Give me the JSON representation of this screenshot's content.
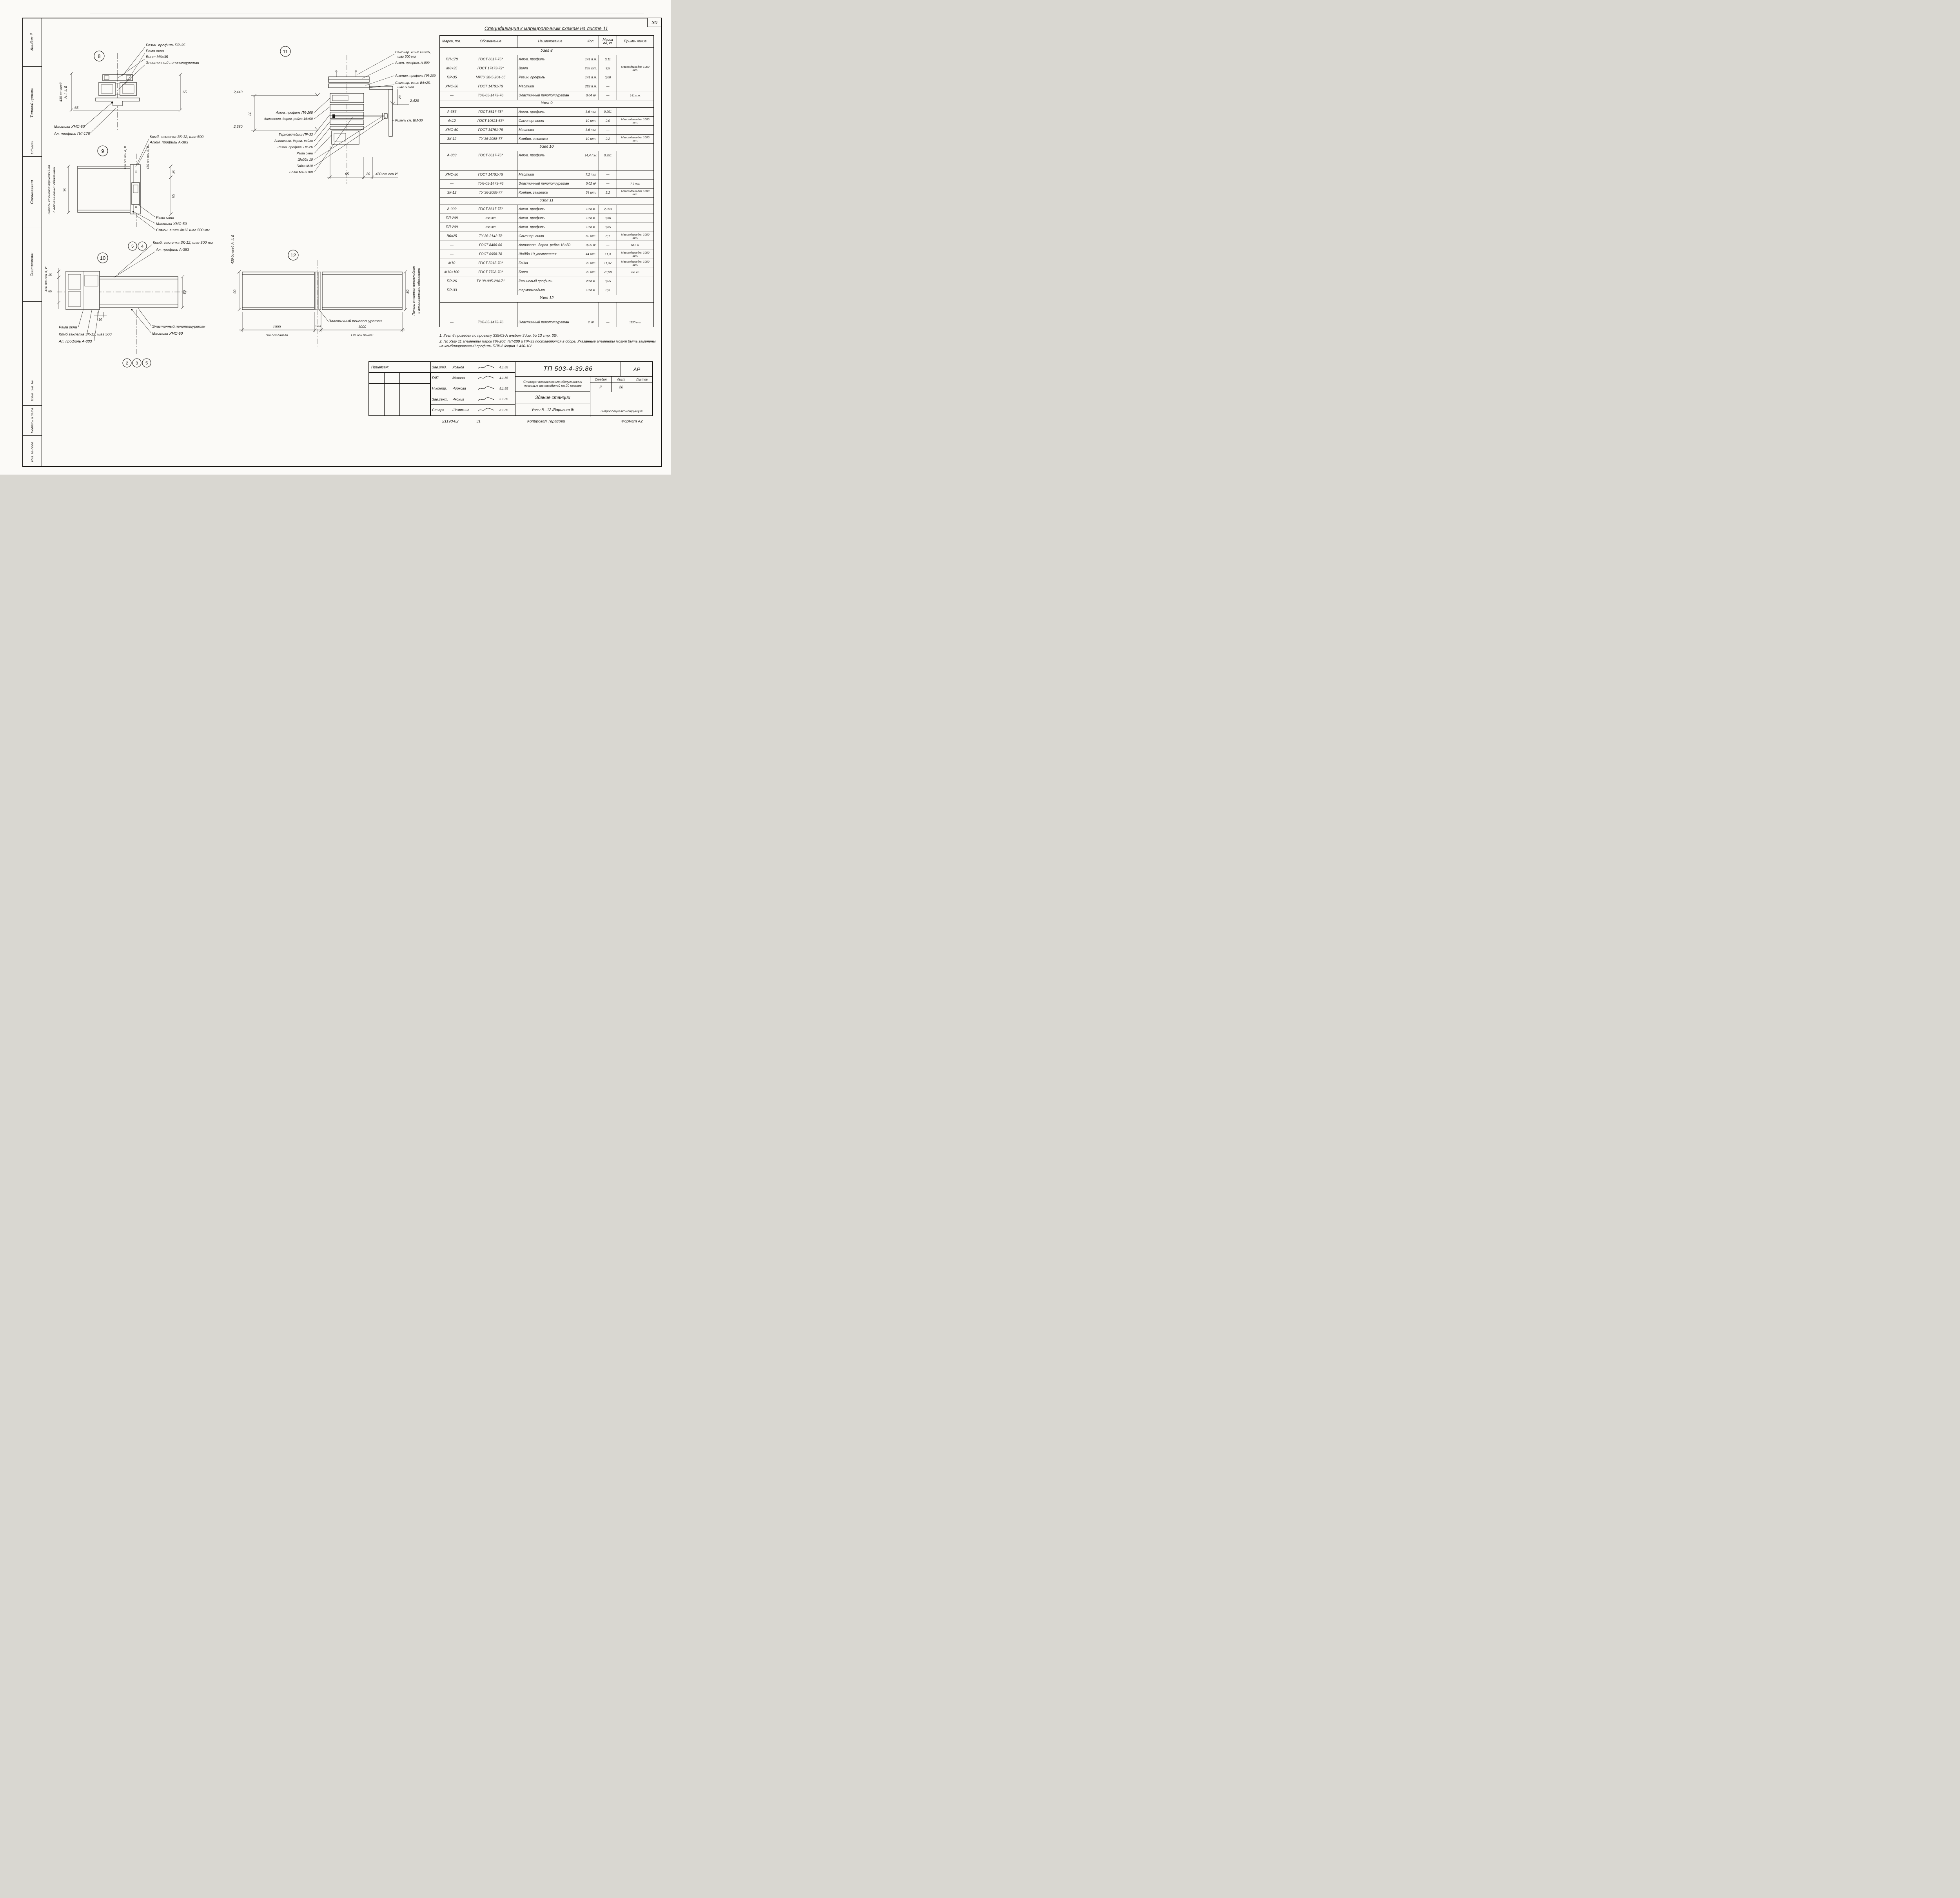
{
  "sheet": {
    "number": "30",
    "copied_by": "Копировал Тарасова",
    "format": "Формат А2",
    "doc_no": "21198-02",
    "doc_no2": "31"
  },
  "margin": {
    "album": "Альбом II",
    "project": "Типовой проект",
    "object": "Объект",
    "agreed1": "Согласовано",
    "agreed2": "Согласовано",
    "vzam": "Взам. инв. №",
    "podpis": "Подпись и дата",
    "inv": "Инв. № подл."
  },
  "spec": {
    "title": "Спецификация к маркировочным схемам на листе 11",
    "headers": {
      "mark": "Марка, поз.",
      "designation": "Обозначение",
      "name": "Наименование",
      "qty": "Кол.",
      "mass": "Масса ед, кг",
      "note": "Приме- чание"
    },
    "rows": [
      {
        "type": "section",
        "title": "Узел 8"
      },
      {
        "type": "row",
        "mark": "ПЛ-178",
        "designation": "ГОСТ 8617-75*",
        "name": "Алюм. профиль",
        "qty": "141 п.м.",
        "mass": "0,11",
        "note": ""
      },
      {
        "type": "row",
        "mark": "М6×35",
        "designation": "ГОСТ 17473-72*",
        "name": "Винт",
        "qty": "235 шт.",
        "mass": "9,5",
        "note": "Масса дана для 1000 шт."
      },
      {
        "type": "row",
        "mark": "ПР-35",
        "designation": "МРТУ 38-5-204-65",
        "name": "Резин. профиль",
        "qty": "141 п.м.",
        "mass": "0,08",
        "note": ""
      },
      {
        "type": "row",
        "mark": "УМС-50",
        "designation": "ГОСТ 14791-79",
        "name": "Мастика",
        "qty": "282 п.м.",
        "mass": "—",
        "note": ""
      },
      {
        "type": "row",
        "mark": "—",
        "designation": "ТУ6-05-1473-76",
        "name": "Эластичный пенополиуретан",
        "qty": "0,04 м³",
        "mass": "—",
        "note": "141 п.м."
      },
      {
        "type": "section",
        "title": "Узел 9"
      },
      {
        "type": "row",
        "mark": "А-383",
        "designation": "ГОСТ 8617-75*",
        "name": "Алюм. профиль",
        "qty": "3,6 п.м.",
        "mass": "0,251",
        "note": ""
      },
      {
        "type": "row",
        "mark": "4×12",
        "designation": "ГОСТ 10621-63*",
        "name": "Самонар. винт",
        "qty": "10 шт.",
        "mass": "2,0",
        "note": "Масса дана для 1000 шт."
      },
      {
        "type": "row",
        "mark": "УМС-50",
        "designation": "ГОСТ 14791-79",
        "name": "Мастика",
        "qty": "3,6 п.м.",
        "mass": "—",
        "note": ""
      },
      {
        "type": "row",
        "mark": "ЗК-12",
        "designation": "ТУ 36-2088-77",
        "name": "Комбин. заклепка",
        "qty": "10 шт.",
        "mass": "2,2",
        "note": "Масса дана для 1000 шт."
      },
      {
        "type": "section",
        "title": "Узел 10"
      },
      {
        "type": "row",
        "mark": "А-383",
        "designation": "ГОСТ 8617-75*",
        "name": "Алюм. профиль",
        "qty": "14,4 п.м.",
        "mass": "0,251",
        "note": ""
      },
      {
        "type": "empty",
        "h": 26
      },
      {
        "type": "row",
        "mark": "УМС-50",
        "designation": "ГОСТ 14791-79",
        "name": "Мастика",
        "qty": "7,2 п.м.",
        "mass": "—",
        "note": ""
      },
      {
        "type": "row",
        "mark": "—",
        "designation": "ТУ6-05-1473-76",
        "name": "Эластичный пенополиуретан",
        "qty": "0,02 м³",
        "mass": "—",
        "note": "7,2 п.м."
      },
      {
        "type": "row",
        "mark": "ЗК-12",
        "designation": "ТУ 36-2088-77",
        "name": "Комбин. заклепка",
        "qty": "34 шт.",
        "mass": "2,2",
        "note": "Масса дана для 1000 шт."
      },
      {
        "type": "section",
        "title": "Узел 11"
      },
      {
        "type": "row",
        "mark": "А-009",
        "designation": "ГОСТ 8617-75*",
        "name": "Алюм. профиль",
        "qty": "10 п.м.",
        "mass": "2,253",
        "note": ""
      },
      {
        "type": "row",
        "mark": "ПЛ-208",
        "designation": "то же",
        "name": "Алюм. профиль",
        "qty": "10 п.м.",
        "mass": "0,66",
        "note": ""
      },
      {
        "type": "row",
        "mark": "ПЛ-209",
        "designation": "то же",
        "name": "Алюм. профиль",
        "qty": "10 п.м.",
        "mass": "0,85",
        "note": ""
      },
      {
        "type": "row",
        "mark": "В6×25",
        "designation": "ТУ 36-2142-78",
        "name": "Самонар. винт",
        "qty": "60 шт.",
        "mass": "8,1",
        "note": "Масса дана для 1000 шт."
      },
      {
        "type": "row",
        "mark": "—",
        "designation": "ГОСТ 8486-66",
        "name": "Антисепт. дерев. рейка 16×50",
        "qty": "0,05 м³",
        "mass": "—",
        "note": "20 п.м."
      },
      {
        "type": "row",
        "mark": "—",
        "designation": "ГОСТ 6958-78",
        "name": "Шайба 10 увеличенная",
        "qty": "44 шт.",
        "mass": "11,3",
        "note": "Масса дана для 1000 шт."
      },
      {
        "type": "row",
        "mark": "М10",
        "designation": "ГОСТ 5915-70*",
        "name": "Гайка",
        "qty": "22 шт.",
        "mass": "11,37",
        "note": "Масса дана для 1000 шт."
      },
      {
        "type": "row",
        "mark": "М10×100",
        "designation": "ГОСТ 7798-70*",
        "name": "Болт",
        "qty": "22 шт.",
        "mass": "73,98",
        "note": "то же"
      },
      {
        "type": "row",
        "mark": "ПР-26",
        "designation": "ТУ 38-005-204-71",
        "name": "Резиновый профиль",
        "qty": "20 п.м.",
        "mass": "0,05",
        "note": ""
      },
      {
        "type": "row",
        "mark": "ПР-33",
        "designation": "",
        "name": "термовкладыш",
        "qty": "10 п.м.",
        "mass": "0,3",
        "note": ""
      },
      {
        "type": "section",
        "title": "Узел 12"
      },
      {
        "type": "empty",
        "h": 40
      },
      {
        "type": "row",
        "mark": "—",
        "designation": "ТУ6-05-1473-76",
        "name": "Эластичный пенополиуретан",
        "qty": "2 м³",
        "mass": "—",
        "note": "1130 п.м."
      }
    ]
  },
  "notes": {
    "line1": "1. Узел 8 приведен по проекту 335/03-А альбом 3 /см. Уз 13 стр. 36/.",
    "line2": "2. По Узлу 11 элементы марок ПЛ-208, ПЛ-209 и ПР-33 поставляются в сборе. Указанные элементы могут быть заменены на комбинированный профиль ПЛК-2 /серия 1.436-10/."
  },
  "stamp": {
    "linked_label": "Привязан:",
    "doc_number": "ТП 503-4-39.86",
    "section": "АР",
    "project_title": "Станция технического обслуживания легковых автомобилей на 20 постов",
    "building": "Здание станции",
    "sheet_title": "Узлы 8...12 /Вариант II/",
    "organization": "Гипроспецгазконструкция",
    "stage_label": "Стадия",
    "stage": "Р",
    "sheet_label": "Лист",
    "sheet": "28",
    "sheets_label": "Листов",
    "sheets": "",
    "signers": [
      {
        "role": "Зав.отд.",
        "name": "Усанов",
        "date": "4.1.85"
      },
      {
        "role": "ГАП",
        "name": "Мокина",
        "date": "4.1.85"
      },
      {
        "role": "Н.контр.",
        "name": "Чиркова",
        "date": "5.1.85"
      },
      {
        "role": "Зав.сект.",
        "name": "Чкония",
        "date": "5.1.85"
      },
      {
        "role": "Ст.арх.",
        "name": "Шемякина",
        "date": "3.1.85"
      }
    ]
  },
  "nodes": {
    "panel": [
      "Панель стеновая трехслойная",
      "с алюминиевыми обшивками"
    ],
    "n8": {
      "num": "8",
      "callouts": [
        "Резин. профиль ПР-35",
        "Рама окна",
        "Винт М6×35",
        "Эластичный пенополиуретан",
        "Мастика УМС-50",
        "Ал. профиль ПЛ-178"
      ],
      "dims": {
        "axis1": "430 от осей",
        "axis2": "А, I, II, Б",
        "d65l": "65",
        "d65r": "65"
      }
    },
    "n9": {
      "num": "9",
      "callouts": [
        "Комб. заклепка ЗК-12, шаг 500",
        "Алюм. профиль А-383",
        "Рама окна",
        "Мастика УМС-50",
        "Самон. винт 4×12 шаг 500 мм"
      ],
      "dims": {
        "axis": "430 от оси А, И",
        "d90": "90",
        "d20": "20",
        "d65": "65"
      }
    },
    "n10": {
      "num": "10",
      "callouts_top": [
        "Комб. заклепка ЗК-12, шаг 500 мм",
        "Ал. профиль А-383"
      ],
      "callouts_bl": [
        "Рама окна",
        "Комб заклепка ЗК-12, шаг 500",
        "Ал. профиль А-383"
      ],
      "callouts_br": [
        "Эластичный пенополиуретан",
        "Мастика УМС-50"
      ],
      "dims": {
        "axis": "450 от оси А, И",
        "d15": "15",
        "d65": "65",
        "d80": "80",
        "d10": "10"
      },
      "circles_top": [
        "5",
        "4"
      ],
      "circles_bottom": [
        "2",
        "3",
        "5"
      ]
    },
    "n11": {
      "num": "11",
      "left": [
        "Алюм. профиль ПЛ-208",
        "Антисепт. дерев. рейка 16×50",
        "Термовкладыш ПР-33",
        "Антисепт. дерев. рейка",
        "Резин. профиль ПР-26",
        "Рама окна",
        "Шайба 10",
        "Гайка М10",
        "Болт М10×100"
      ],
      "right": [
        "Самонар. винт В6×25,",
        "шаг 300 мм",
        "Алюм. профиль А-009",
        "Алюмин. профиль ПЛ-209",
        "Самонар. винт В6×25,",
        "шаг 50 мм",
        "Ригель см. БМ-30"
      ],
      "elevations": [
        "2,440",
        "2,380",
        "2,420"
      ],
      "dims": {
        "d60": "60",
        "d20top": "20",
        "d65": "65",
        "d20": "20",
        "axis": "430 от оси И"
      }
    },
    "n12": {
      "num": "12",
      "callout": "Эластичный пенополиуретан",
      "left_axis": "430 до осей А, II, Б",
      "dims": {
        "d90": "90",
        "d80": "80",
        "d1000a": "1000",
        "axa": "От оси панели",
        "d1000b": "1000",
        "axb": "От оси панели",
        "small": "3 8 8"
      }
    }
  }
}
